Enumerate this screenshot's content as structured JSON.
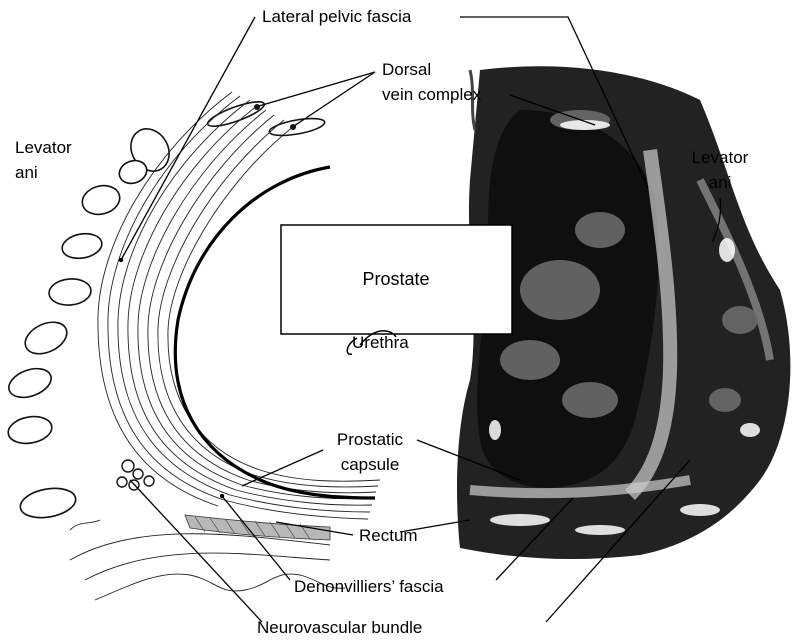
{
  "labels": {
    "lateral_pelvic_fascia": "Lateral pelvic fascia",
    "dorsal_vein_complex_line1": "Dorsal",
    "dorsal_vein_complex_line2": "vein complex",
    "levator_ani_left_line1": "Levator",
    "levator_ani_left_line2": "ani",
    "levator_ani_right_line1": "Levator",
    "levator_ani_right_line2": "ani",
    "prostate": "Prostate",
    "urethra": "Urethra",
    "prostatic_capsule_line1": "Prostatic",
    "prostatic_capsule_line2": "capsule",
    "rectum": "Rectum",
    "denonvilliers_fascia": "Denonvilliers’ fascia",
    "neurovascular_bundle": "Neurovascular bundle"
  },
  "colors": {
    "ink": "#000000",
    "histology_dark": "#141414",
    "histology_mid": "#5a5a5a",
    "background": "#ffffff"
  }
}
